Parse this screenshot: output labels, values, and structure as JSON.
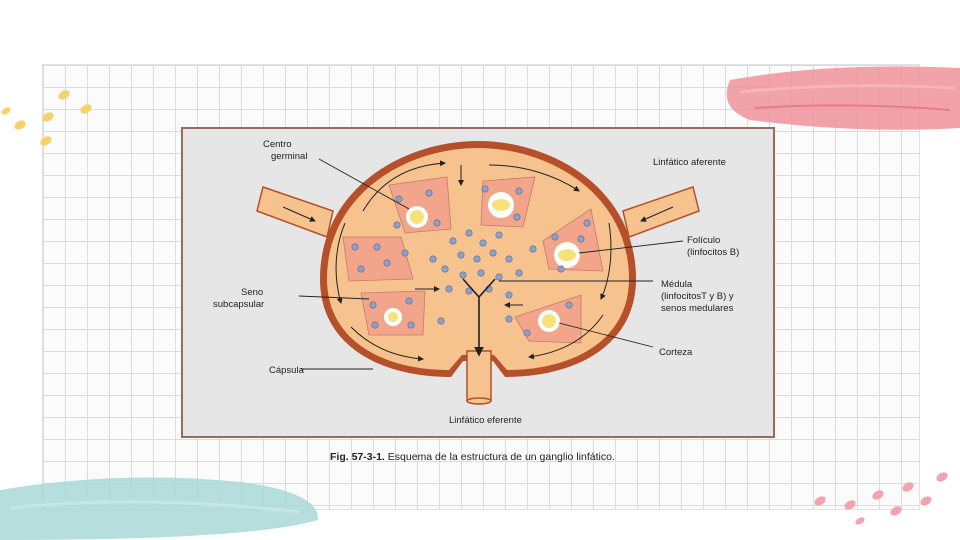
{
  "diagram": {
    "labels": {
      "centro_germinal_1": "Centro",
      "centro_germinal_2": "germinal",
      "linfatico_aferente": "Linfático aferente",
      "foliculo_1": "Folículo",
      "foliculo_2": "(linfocitos B)",
      "seno_1": "Seno",
      "seno_2": "subcapsular",
      "medula_1": "Médula",
      "medula_2": "(linfocitosT y  B) y",
      "medula_3": "senos medulares",
      "corteza": "Corteza",
      "capsula": "Cápsula",
      "linfatico_eferente": "Linfático eferente"
    }
  },
  "caption": {
    "number": "Fig. 57-3-1.",
    "text": " Esquema de la estructura de un ganglio linfático."
  },
  "colors": {
    "capsule": "#b5502a",
    "tissue": "#f6c38f",
    "follicle": "#f2a58b",
    "cell": "#8e9fc8",
    "germinal_center": "#f5e37a",
    "pink_accent": "#ef8f98",
    "teal_accent": "#9fd3d3",
    "yellow_accent": "#f7d26b"
  }
}
